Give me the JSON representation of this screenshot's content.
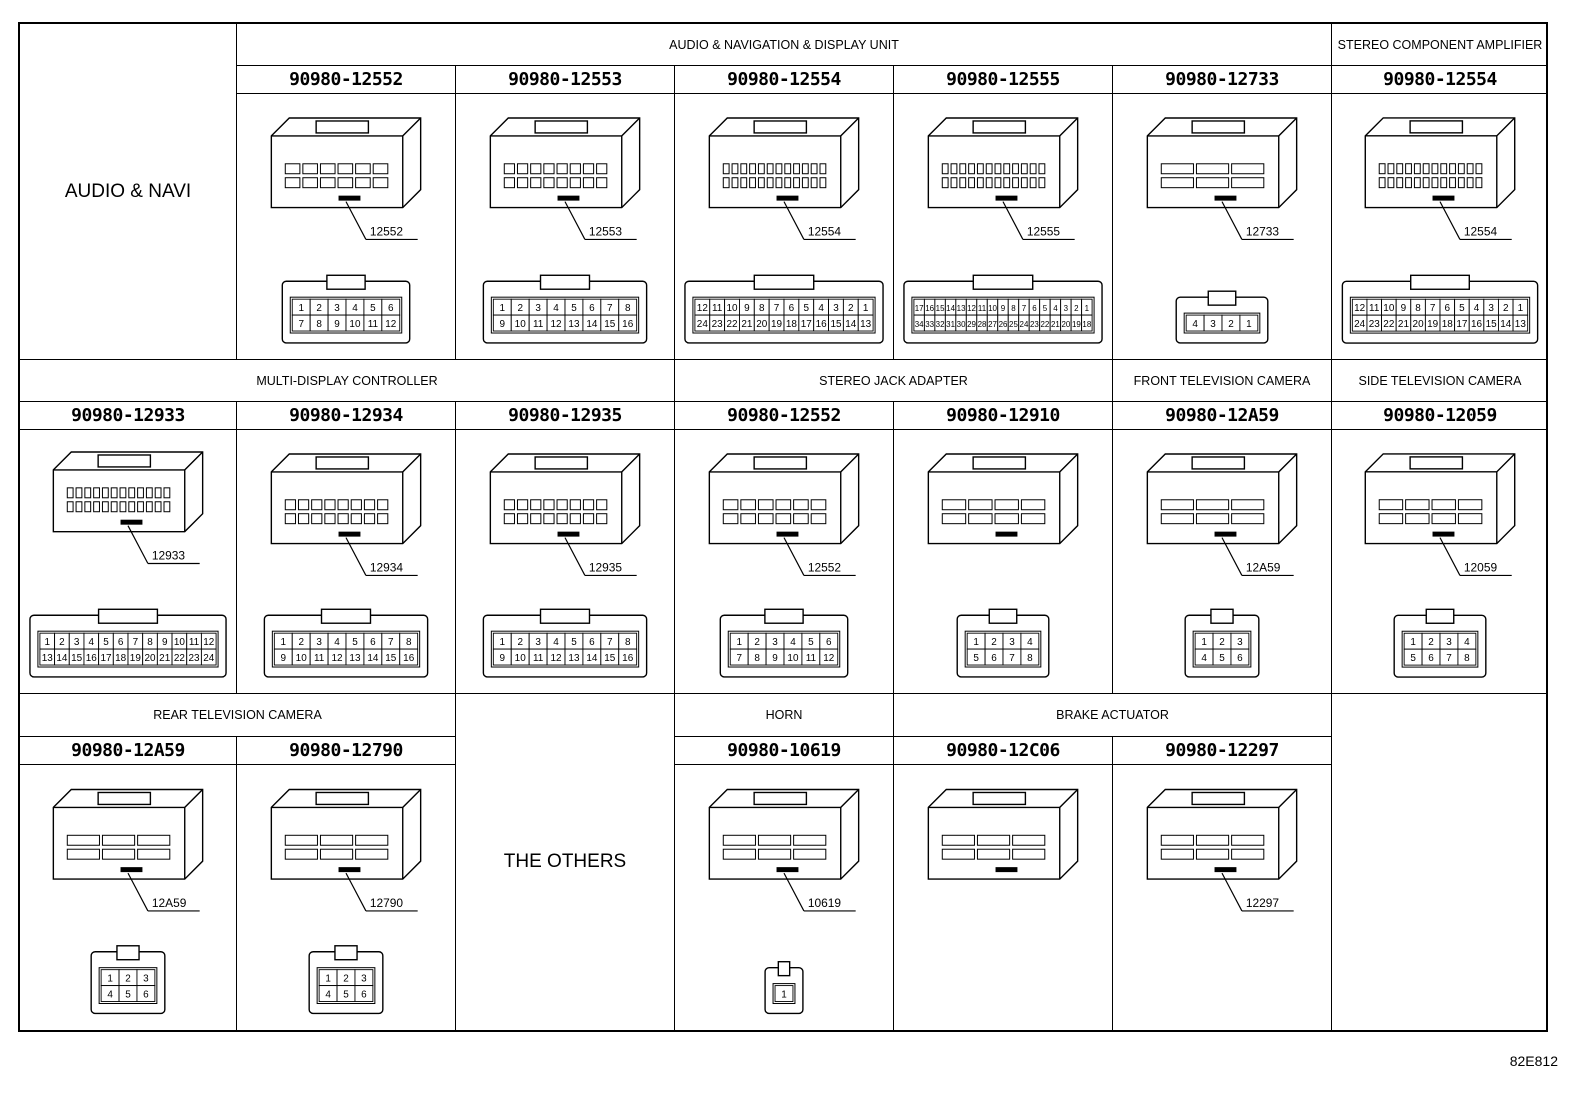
{
  "left_labels": {
    "audio_navi": "AUDIO & NAVI",
    "the_others": "THE OTHERS"
  },
  "row1": {
    "sections": [
      "AUDIO & NAVIGATION & DISPLAY UNIT",
      "STEREO COMPONENT AMPLIFIER"
    ],
    "parts": [
      {
        "number": "90980-12552",
        "tag": "12552",
        "pins": [
          "1",
          "2",
          "3",
          "4",
          "5",
          "6",
          "7",
          "8",
          "9",
          "10",
          "11",
          "12"
        ]
      },
      {
        "number": "90980-12553",
        "tag": "12553",
        "pins": [
          "1",
          "2",
          "3",
          "4",
          "5",
          "6",
          "7",
          "8",
          "9",
          "10",
          "11",
          "12",
          "13",
          "14",
          "15",
          "16"
        ]
      },
      {
        "number": "90980-12554",
        "tag": "12554",
        "pins": [
          "12",
          "11",
          "10",
          "9",
          "8",
          "7",
          "6",
          "5",
          "4",
          "3",
          "2",
          "1",
          "24",
          "23",
          "22",
          "21",
          "20",
          "19",
          "18",
          "17",
          "16",
          "15",
          "14",
          "13"
        ]
      },
      {
        "number": "90980-12555",
        "tag": "12555",
        "pins": [
          "17",
          "16",
          "15",
          "14",
          "13",
          "12",
          "11",
          "10",
          "9",
          "8",
          "7",
          "6",
          "5",
          "4",
          "3",
          "2",
          "1",
          "34",
          "33",
          "32",
          "31",
          "30",
          "29",
          "28",
          "27",
          "26",
          "25",
          "24",
          "23",
          "22",
          "21",
          "20",
          "19",
          "18"
        ]
      },
      {
        "number": "90980-12733",
        "tag": "12733",
        "pins": [
          "4",
          "3",
          "2",
          "1"
        ]
      },
      {
        "number": "90980-12554",
        "tag": "12554",
        "pins": [
          "12",
          "11",
          "10",
          "9",
          "8",
          "7",
          "6",
          "5",
          "4",
          "3",
          "2",
          "1",
          "24",
          "23",
          "22",
          "21",
          "20",
          "19",
          "18",
          "17",
          "16",
          "15",
          "14",
          "13"
        ]
      }
    ]
  },
  "row2": {
    "sections": [
      "MULTI-DISPLAY CONTROLLER",
      "STEREO JACK ADAPTER",
      "FRONT TELEVISION CAMERA",
      "SIDE TELEVISION CAMERA"
    ],
    "parts": [
      {
        "number": "90980-12933",
        "tag": "12933",
        "pins": [
          "1",
          "2",
          "3",
          "4",
          "5",
          "6",
          "7",
          "8",
          "9",
          "10",
          "11",
          "12",
          "13",
          "14",
          "15",
          "16",
          "17",
          "18",
          "19",
          "20",
          "21",
          "22",
          "23",
          "24"
        ]
      },
      {
        "number": "90980-12934",
        "tag": "12934",
        "pins": [
          "1",
          "2",
          "3",
          "4",
          "5",
          "6",
          "7",
          "8",
          "9",
          "10",
          "11",
          "12",
          "13",
          "14",
          "15",
          "16"
        ]
      },
      {
        "number": "90980-12935",
        "tag": "12935",
        "pins": [
          "1",
          "2",
          "3",
          "4",
          "5",
          "6",
          "7",
          "8",
          "9",
          "10",
          "11",
          "12",
          "13",
          "14",
          "15",
          "16"
        ]
      },
      {
        "number": "90980-12552",
        "tag": "12552",
        "pins": [
          "1",
          "2",
          "3",
          "4",
          "5",
          "6",
          "7",
          "8",
          "9",
          "10",
          "11",
          "12"
        ]
      },
      {
        "number": "90980-12910",
        "tag": "",
        "pins": [
          "1",
          "2",
          "3",
          "4",
          "5",
          "6",
          "7",
          "8"
        ]
      },
      {
        "number": "90980-12A59",
        "tag": "12A59",
        "pins": [
          "1",
          "2",
          "3",
          "4",
          "5",
          "6"
        ]
      },
      {
        "number": "90980-12059",
        "tag": "12059",
        "pins": [
          "1",
          "2",
          "3",
          "4",
          "5",
          "6",
          "7",
          "8"
        ]
      }
    ]
  },
  "row3": {
    "sections": [
      "REAR TELEVISION CAMERA",
      "HORN",
      "BRAKE ACTUATOR"
    ],
    "parts": [
      {
        "number": "90980-12A59",
        "tag": "12A59",
        "pins": [
          "1",
          "2",
          "3",
          "4",
          "5",
          "6"
        ]
      },
      {
        "number": "90980-12790",
        "tag": "12790",
        "pins": [
          "1",
          "2",
          "3",
          "4",
          "5",
          "6"
        ]
      },
      {
        "number": "90980-10619",
        "tag": "10619",
        "pins": [
          "1"
        ]
      },
      {
        "number": "90980-12C06",
        "tag": "",
        "pins": []
      },
      {
        "number": "90980-12297",
        "tag": "12297",
        "pins": []
      }
    ]
  },
  "figure_code": "82E812"
}
